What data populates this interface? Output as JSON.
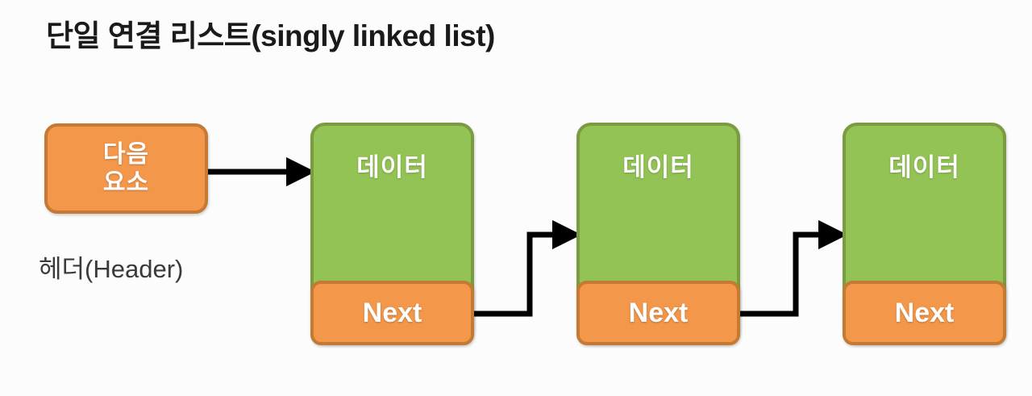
{
  "title": "단일 연결 리스트(singly linked list)",
  "header": {
    "line1": "다음",
    "line2": "요소",
    "caption": "헤더(Header)"
  },
  "nodes": [
    {
      "data_label": "데이터",
      "next_label": "Next"
    },
    {
      "data_label": "데이터",
      "next_label": "Next"
    },
    {
      "data_label": "데이터",
      "next_label": "Next"
    }
  ],
  "colors": {
    "background": "#fcfcfc",
    "green_fill": "#93c354",
    "green_border": "#7a9b3f",
    "orange_fill": "#f3974a",
    "orange_border": "#c57a33",
    "arrow": "#000000",
    "title_text": "#1a1a1a",
    "caption_text": "#3a3a3a",
    "box_text": "#ffffff"
  },
  "connectors": [
    {
      "from": "header",
      "to": "node-1",
      "style": "straight"
    },
    {
      "from": "node-1-next",
      "to": "node-2",
      "style": "elbow"
    },
    {
      "from": "node-2-next",
      "to": "node-3",
      "style": "elbow"
    }
  ]
}
